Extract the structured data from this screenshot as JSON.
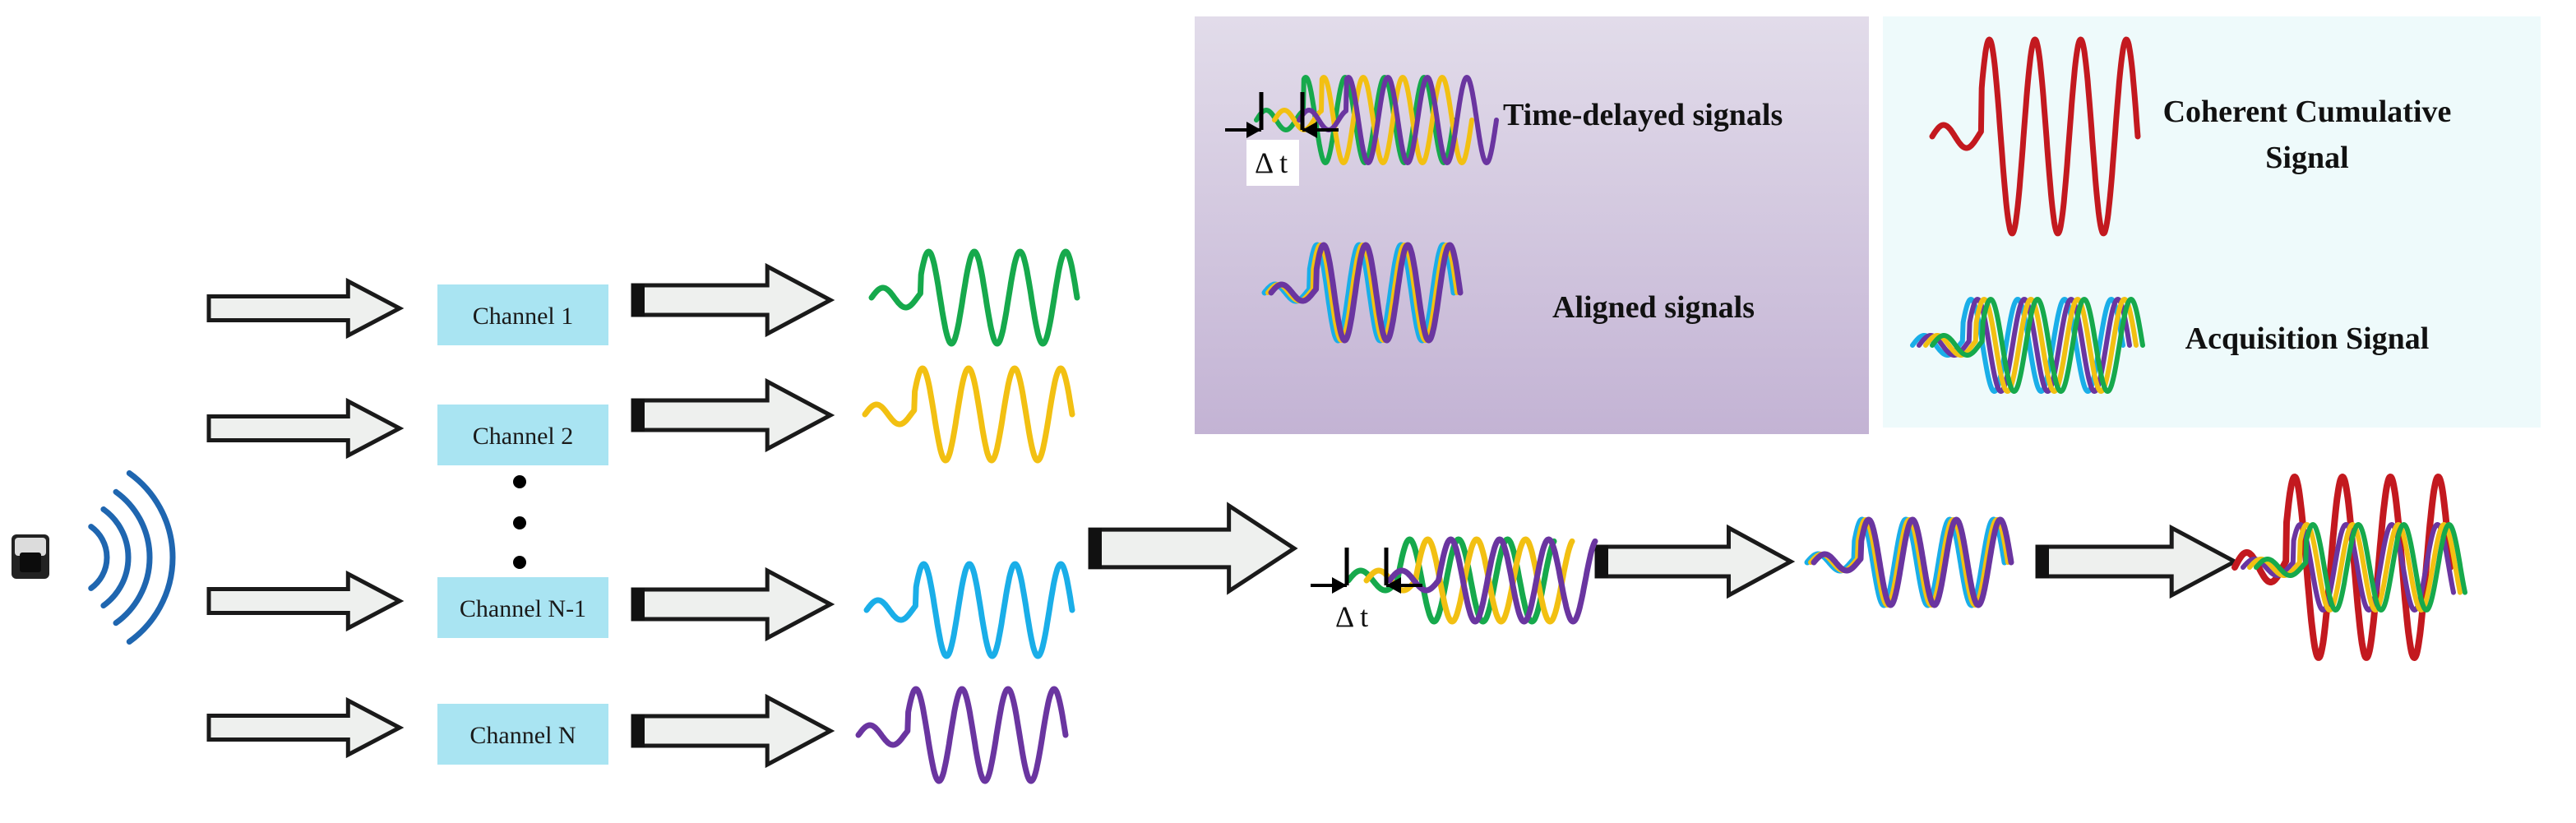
{
  "colors": {
    "green": "#16a94c",
    "yellow": "#f2c012",
    "cyan": "#1aaee8",
    "purple": "#6a35a0",
    "red": "#c3191f",
    "antenna": "#1f66b0",
    "channel_box": "#a9e4f2",
    "legend_left_bg_top": "#e2dcea",
    "legend_left_bg_bottom": "#c3b3d4",
    "legend_right_bg": "#eefafb"
  },
  "channels": [
    {
      "label": "Channel 1",
      "signal_color": "green"
    },
    {
      "label": "Channel 2",
      "signal_color": "yellow"
    },
    {
      "label": "Channel N-1",
      "signal_color": "cyan"
    },
    {
      "label": "Channel N",
      "signal_color": "purple"
    }
  ],
  "delta_t_label": "Δ t",
  "legend": {
    "time_delayed": "Time-delayed signals",
    "aligned": "Aligned signals",
    "coherent_line1": "Coherent Cumulative",
    "coherent_line2": "Signal",
    "acquisition": "Acquisition Signal"
  },
  "icons": [
    "signal-source-icon",
    "radio-waves-icon"
  ]
}
